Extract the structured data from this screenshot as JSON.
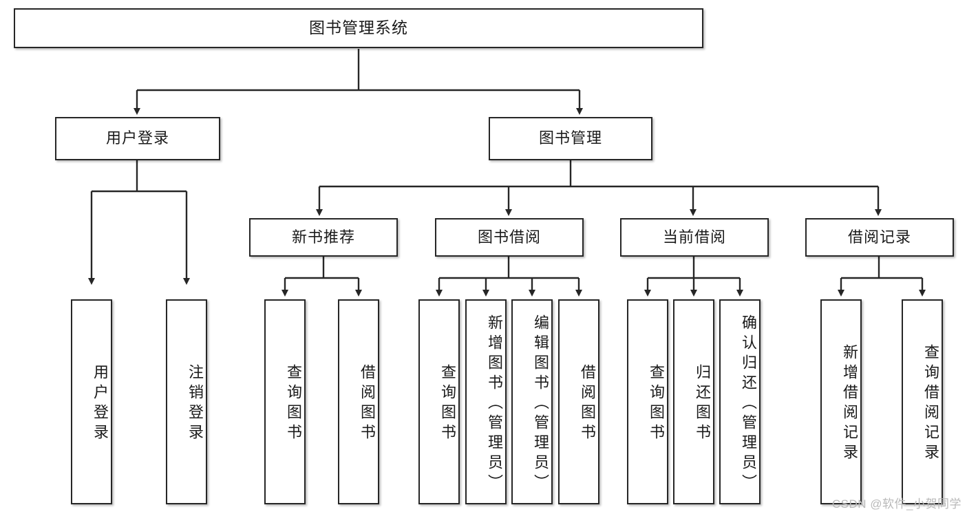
{
  "diagram": {
    "title": "图书管理系统",
    "type": "tree-hierarchy",
    "watermark": "CSDN @软件_小贺同学",
    "colors": {
      "border": "#262626",
      "fill": "#ffffff",
      "text": "#1a1a1a",
      "edge": "#262626",
      "watermark": "#b9b9b9"
    },
    "levels": {
      "root": {
        "label": "图书管理系统"
      },
      "level2": [
        {
          "id": "login",
          "label": "用户登录"
        },
        {
          "id": "bookmgmt",
          "label": "图书管理"
        }
      ],
      "level3": [
        {
          "id": "newbook",
          "label": "新书推荐",
          "parent": "bookmgmt"
        },
        {
          "id": "borrow",
          "label": "图书借阅",
          "parent": "bookmgmt"
        },
        {
          "id": "current",
          "label": "当前借阅",
          "parent": "bookmgmt"
        },
        {
          "id": "record",
          "label": "借阅记录",
          "parent": "bookmgmt"
        }
      ],
      "leaves": {
        "login": [
          {
            "label": "用户登录"
          },
          {
            "label": "注销登录"
          }
        ],
        "newbook": [
          {
            "label": "查询图书"
          },
          {
            "label": "借阅图书"
          }
        ],
        "borrow": [
          {
            "label": "查询图书"
          },
          {
            "label": "新增图书（管理员）"
          },
          {
            "label": "编辑图书（管理员）"
          },
          {
            "label": "借阅图书"
          }
        ],
        "current": [
          {
            "label": "查询图书"
          },
          {
            "label": "归还图书"
          },
          {
            "label": "确认归还（管理员）"
          }
        ],
        "record": [
          {
            "label": "新增借阅记录"
          },
          {
            "label": "查询借阅记录"
          }
        ]
      }
    }
  }
}
